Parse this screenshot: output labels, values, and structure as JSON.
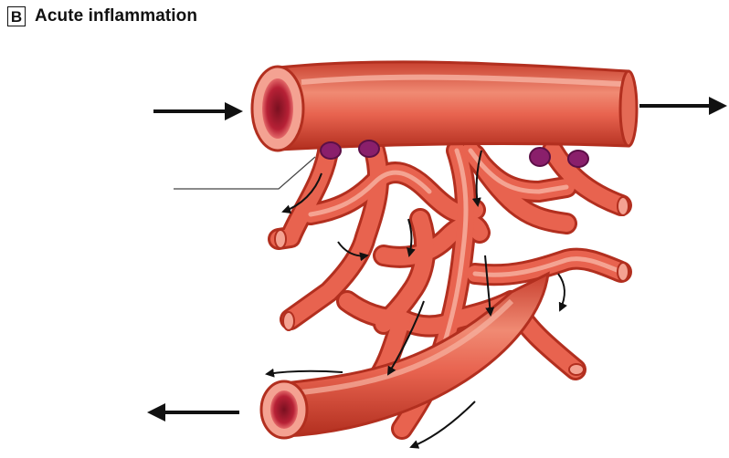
{
  "figure": {
    "panel_letter": "B",
    "title": "Acute inflammation",
    "colors": {
      "vessel_fill": "#e8634f",
      "vessel_edge": "#b22f1f",
      "vessel_highlight": "#f7b3a3",
      "lumen": "#c8283a",
      "endothelial_cell": "#8a1f6b",
      "arrow": "#111111",
      "leader_line": "#444444"
    },
    "icons": [
      "flow-arrow",
      "arteriole",
      "venule",
      "capillary-network",
      "leukocyte",
      "leader-line"
    ]
  }
}
